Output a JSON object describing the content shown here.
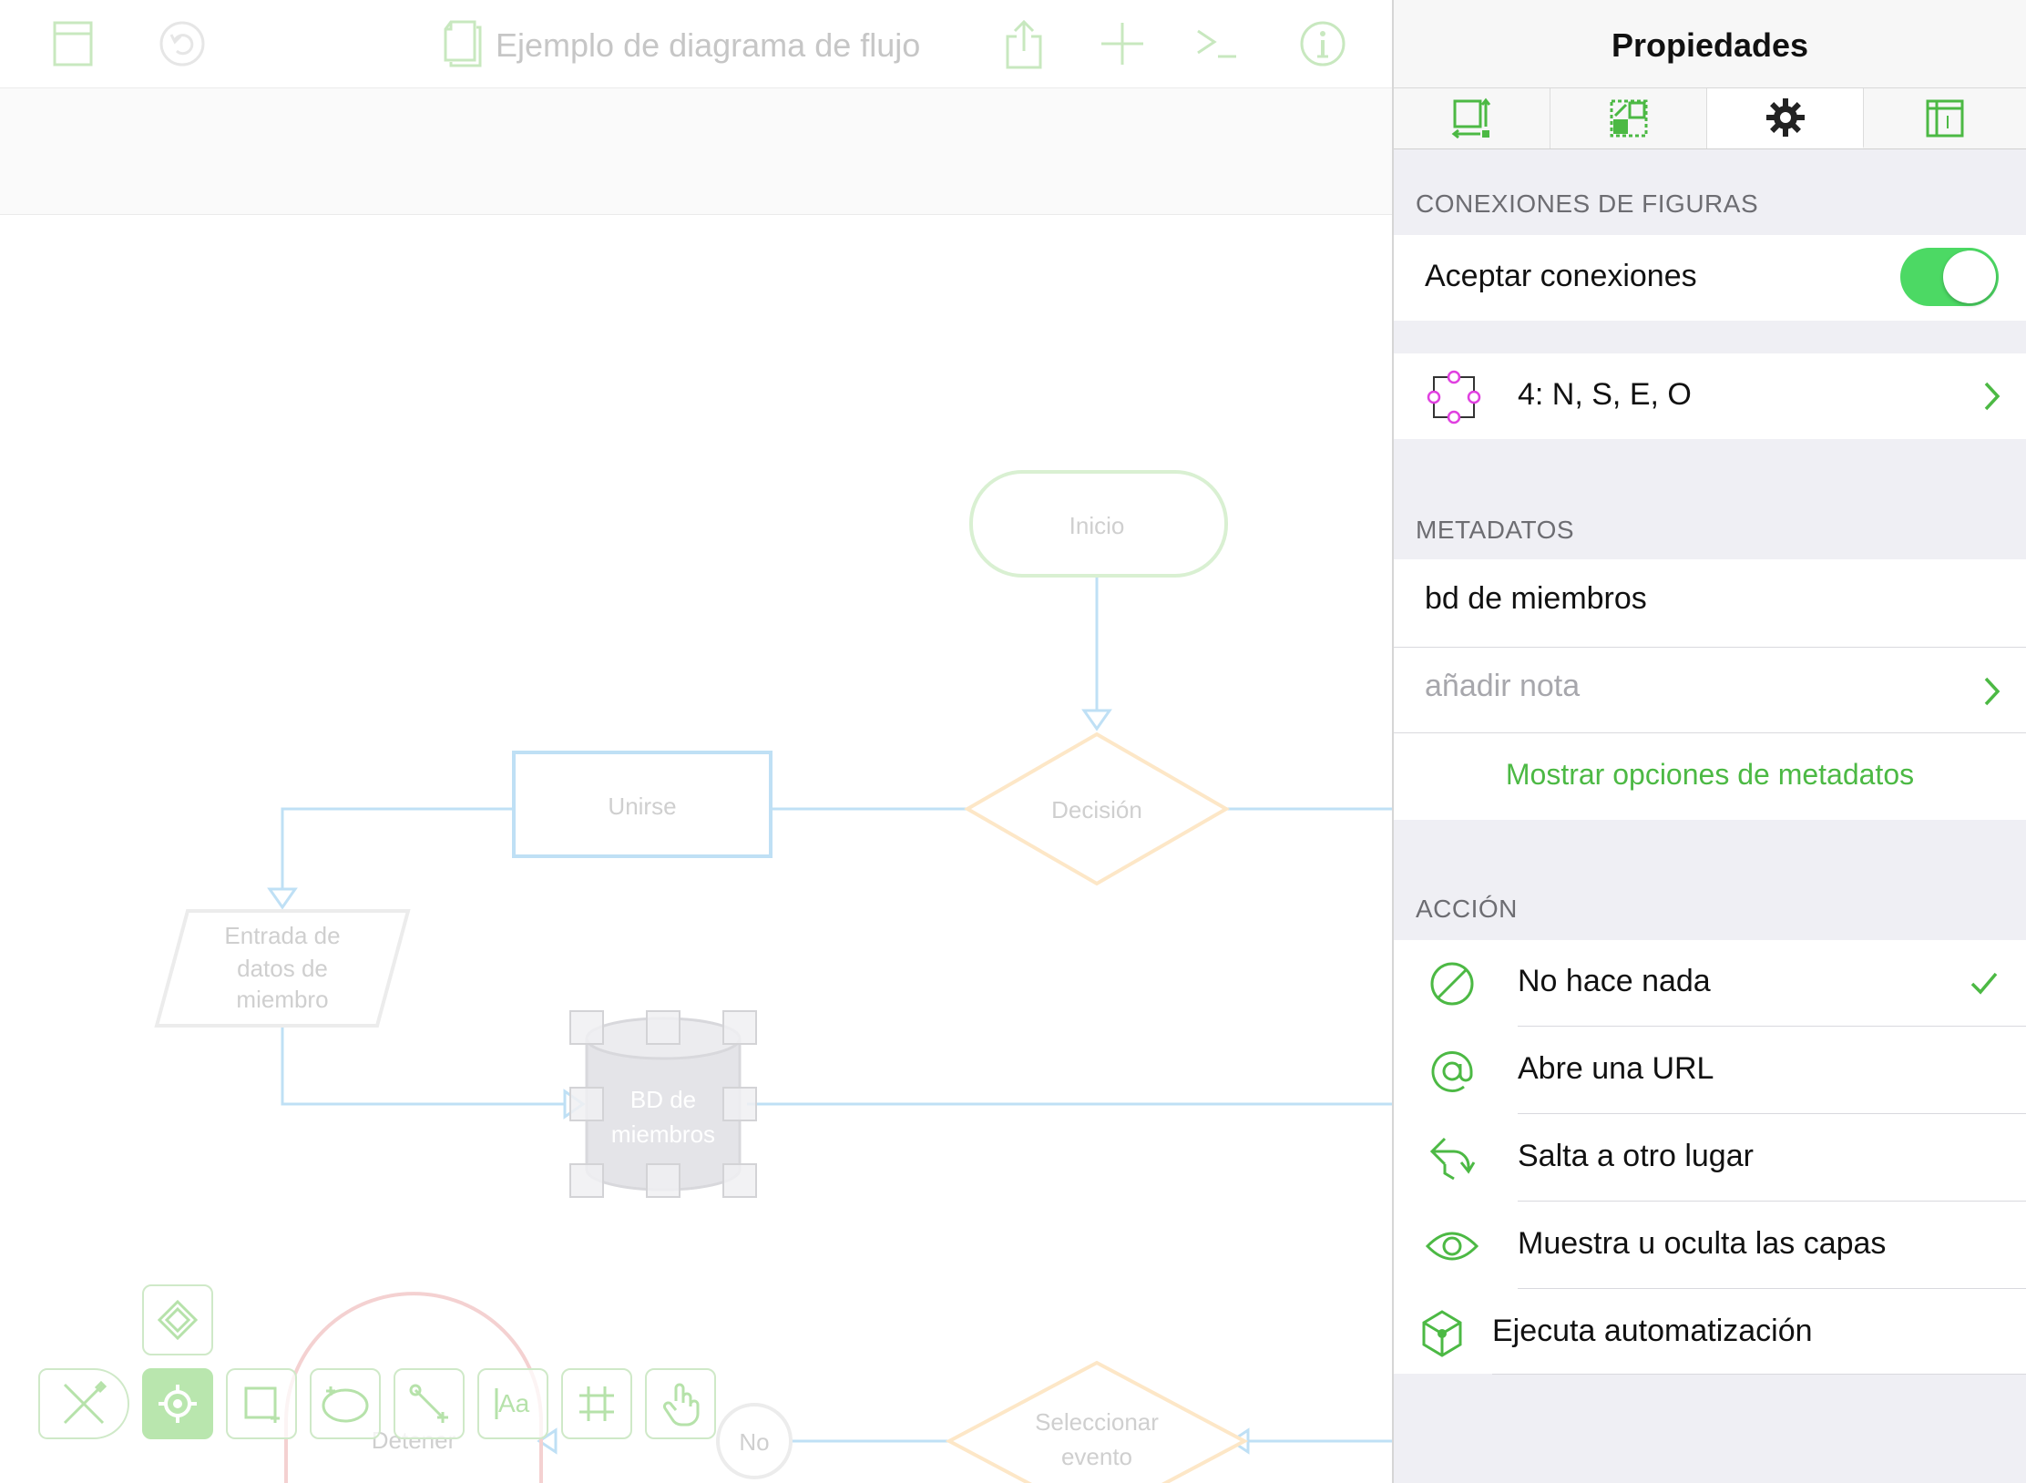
{
  "toolbar": {
    "title": "Ejemplo de diagrama de flujo"
  },
  "diagram": {
    "start": "Inicio",
    "decision": "Decisión",
    "join": "Unirse",
    "data_entry": [
      "Entrada de",
      "datos de",
      "miembro"
    ],
    "database": [
      "BD de",
      "miembros"
    ],
    "stop": "Detener",
    "no": "No",
    "select_event": [
      "Seleccionar",
      "evento"
    ]
  },
  "inspector": {
    "title": "Propiedades",
    "tabs": [
      "canvas-size-icon",
      "geometry-icon",
      "gear-icon",
      "layout-icon"
    ],
    "selected_tab": 2,
    "connections": {
      "header": "CONEXIONES DE FIGURAS",
      "accept_label": "Aceptar conexiones",
      "accept_on": true,
      "magnets_label": "4: N, S, E, O"
    },
    "metadata": {
      "header": "METADATOS",
      "name_value": "bd de miembros",
      "note_placeholder": "añadir nota",
      "show_options": "Mostrar opciones de metadatos"
    },
    "action": {
      "header": "ACCIÓN",
      "items": [
        {
          "label": "No hace nada",
          "icon": "no-action-icon",
          "checked": true
        },
        {
          "label": "Abre una URL",
          "icon": "at-sign-icon",
          "checked": false
        },
        {
          "label": "Salta a otro lugar",
          "icon": "jump-arrow-icon",
          "checked": false
        },
        {
          "label": "Muestra u oculta las capas",
          "icon": "eye-icon",
          "checked": false
        },
        {
          "label": "Ejecuta automatización",
          "icon": "automation-icon",
          "checked": false
        }
      ]
    }
  },
  "colors": {
    "accent_green": "#4cb944",
    "toggle_green": "#4cd964",
    "connector_blue": "#bfe0f5",
    "magnet_pink": "#e040e0"
  }
}
